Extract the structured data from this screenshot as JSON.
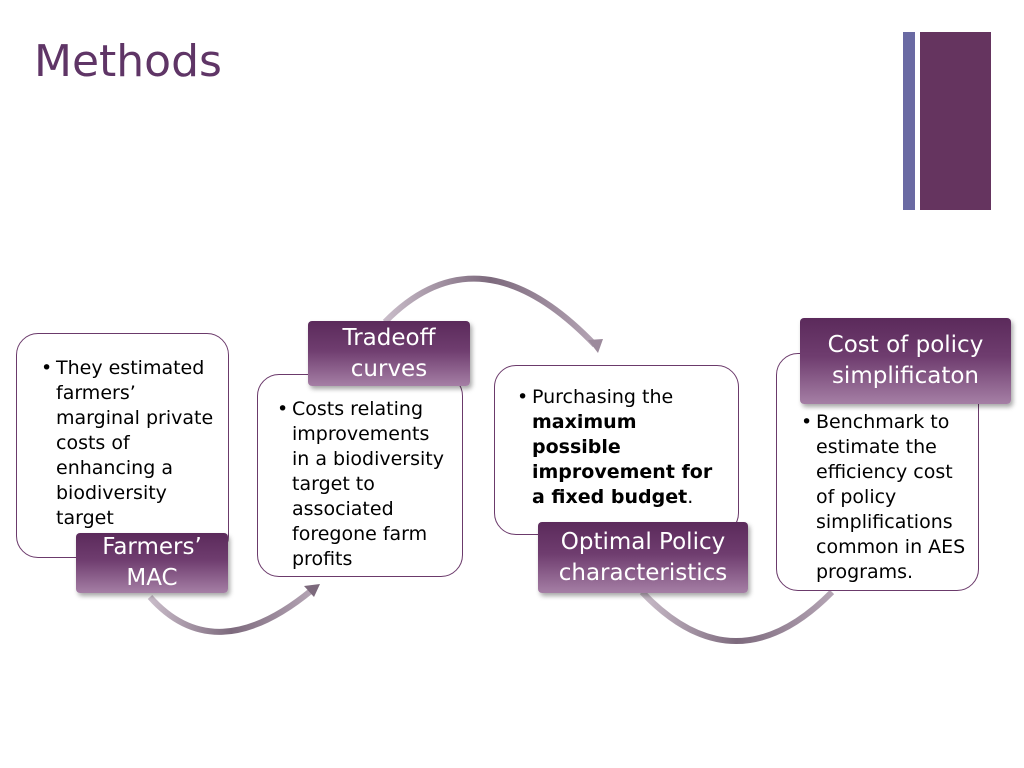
{
  "slide": {
    "title": "Methods"
  },
  "steps": [
    {
      "label_line1": "Farmers’",
      "label_line2": "MAC",
      "bullet": "They estimated farmers’ marginal private costs of enhancing a biodiversity target"
    },
    {
      "label_line1": "Tradeoff",
      "label_line2": "curves",
      "bullet": "Costs relating improvements in a biodiversity target to associated foregone farm profits"
    },
    {
      "label_line1": "Optimal Policy",
      "label_line2": "characteristics",
      "bullet_prefix": "Purchasing the ",
      "bullet_bold": "maximum  possible improvement for a fixed budget",
      "bullet_suffix": "."
    },
    {
      "label_line1": "Cost of policy",
      "label_line2": "simplificaton",
      "bullet": "Benchmark to estimate the efficiency cost of policy simplifications common in AES programs."
    }
  ],
  "colors": {
    "title": "#5f3566",
    "accent_dark": "#65345f",
    "accent_light": "#6a6aa3",
    "arrow": "#8a7a8a"
  }
}
